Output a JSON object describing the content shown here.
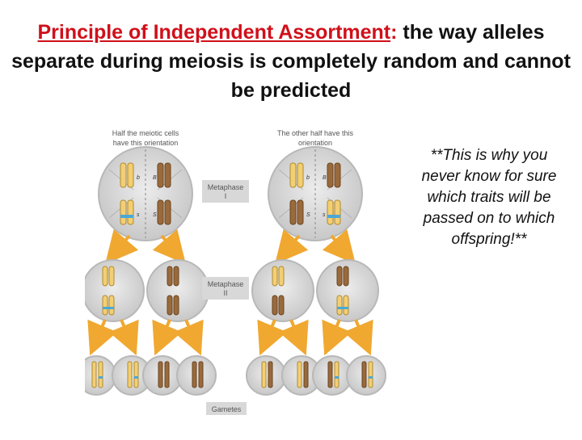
{
  "title": {
    "term": "Principle of Independent Assortment",
    "colon": ":",
    "rest": " the way alleles separate during meiosis is completely random and cannot be predicted"
  },
  "note": "**This is why you never know for sure which traits will be passed on to which offspring!**",
  "diagram": {
    "left_caption_1": "Half the meiotic cells",
    "left_caption_2": "have this orientation",
    "right_caption_1": "The other half have this",
    "right_caption_2": "orientation",
    "metaphase_1_line1": "Metaphase",
    "metaphase_1_line2": "I",
    "metaphase_2_line1": "Metaphase",
    "metaphase_2_line2": "II",
    "gametes_label": "Gametes",
    "allele_B": "B",
    "allele_b": "b",
    "allele_S": "S",
    "allele_s": "s"
  },
  "colors": {
    "title_accent": "#d0101a",
    "cell_fill": "#dcdcdc",
    "cell_stroke": "#b8b8b8",
    "arrow": "#f0a830",
    "chromosome_yellow": "#f2cf74",
    "chromosome_brown": "#9a6a3c",
    "band_blue": "#4aa8d8",
    "label_box": "#d8d8d8"
  }
}
